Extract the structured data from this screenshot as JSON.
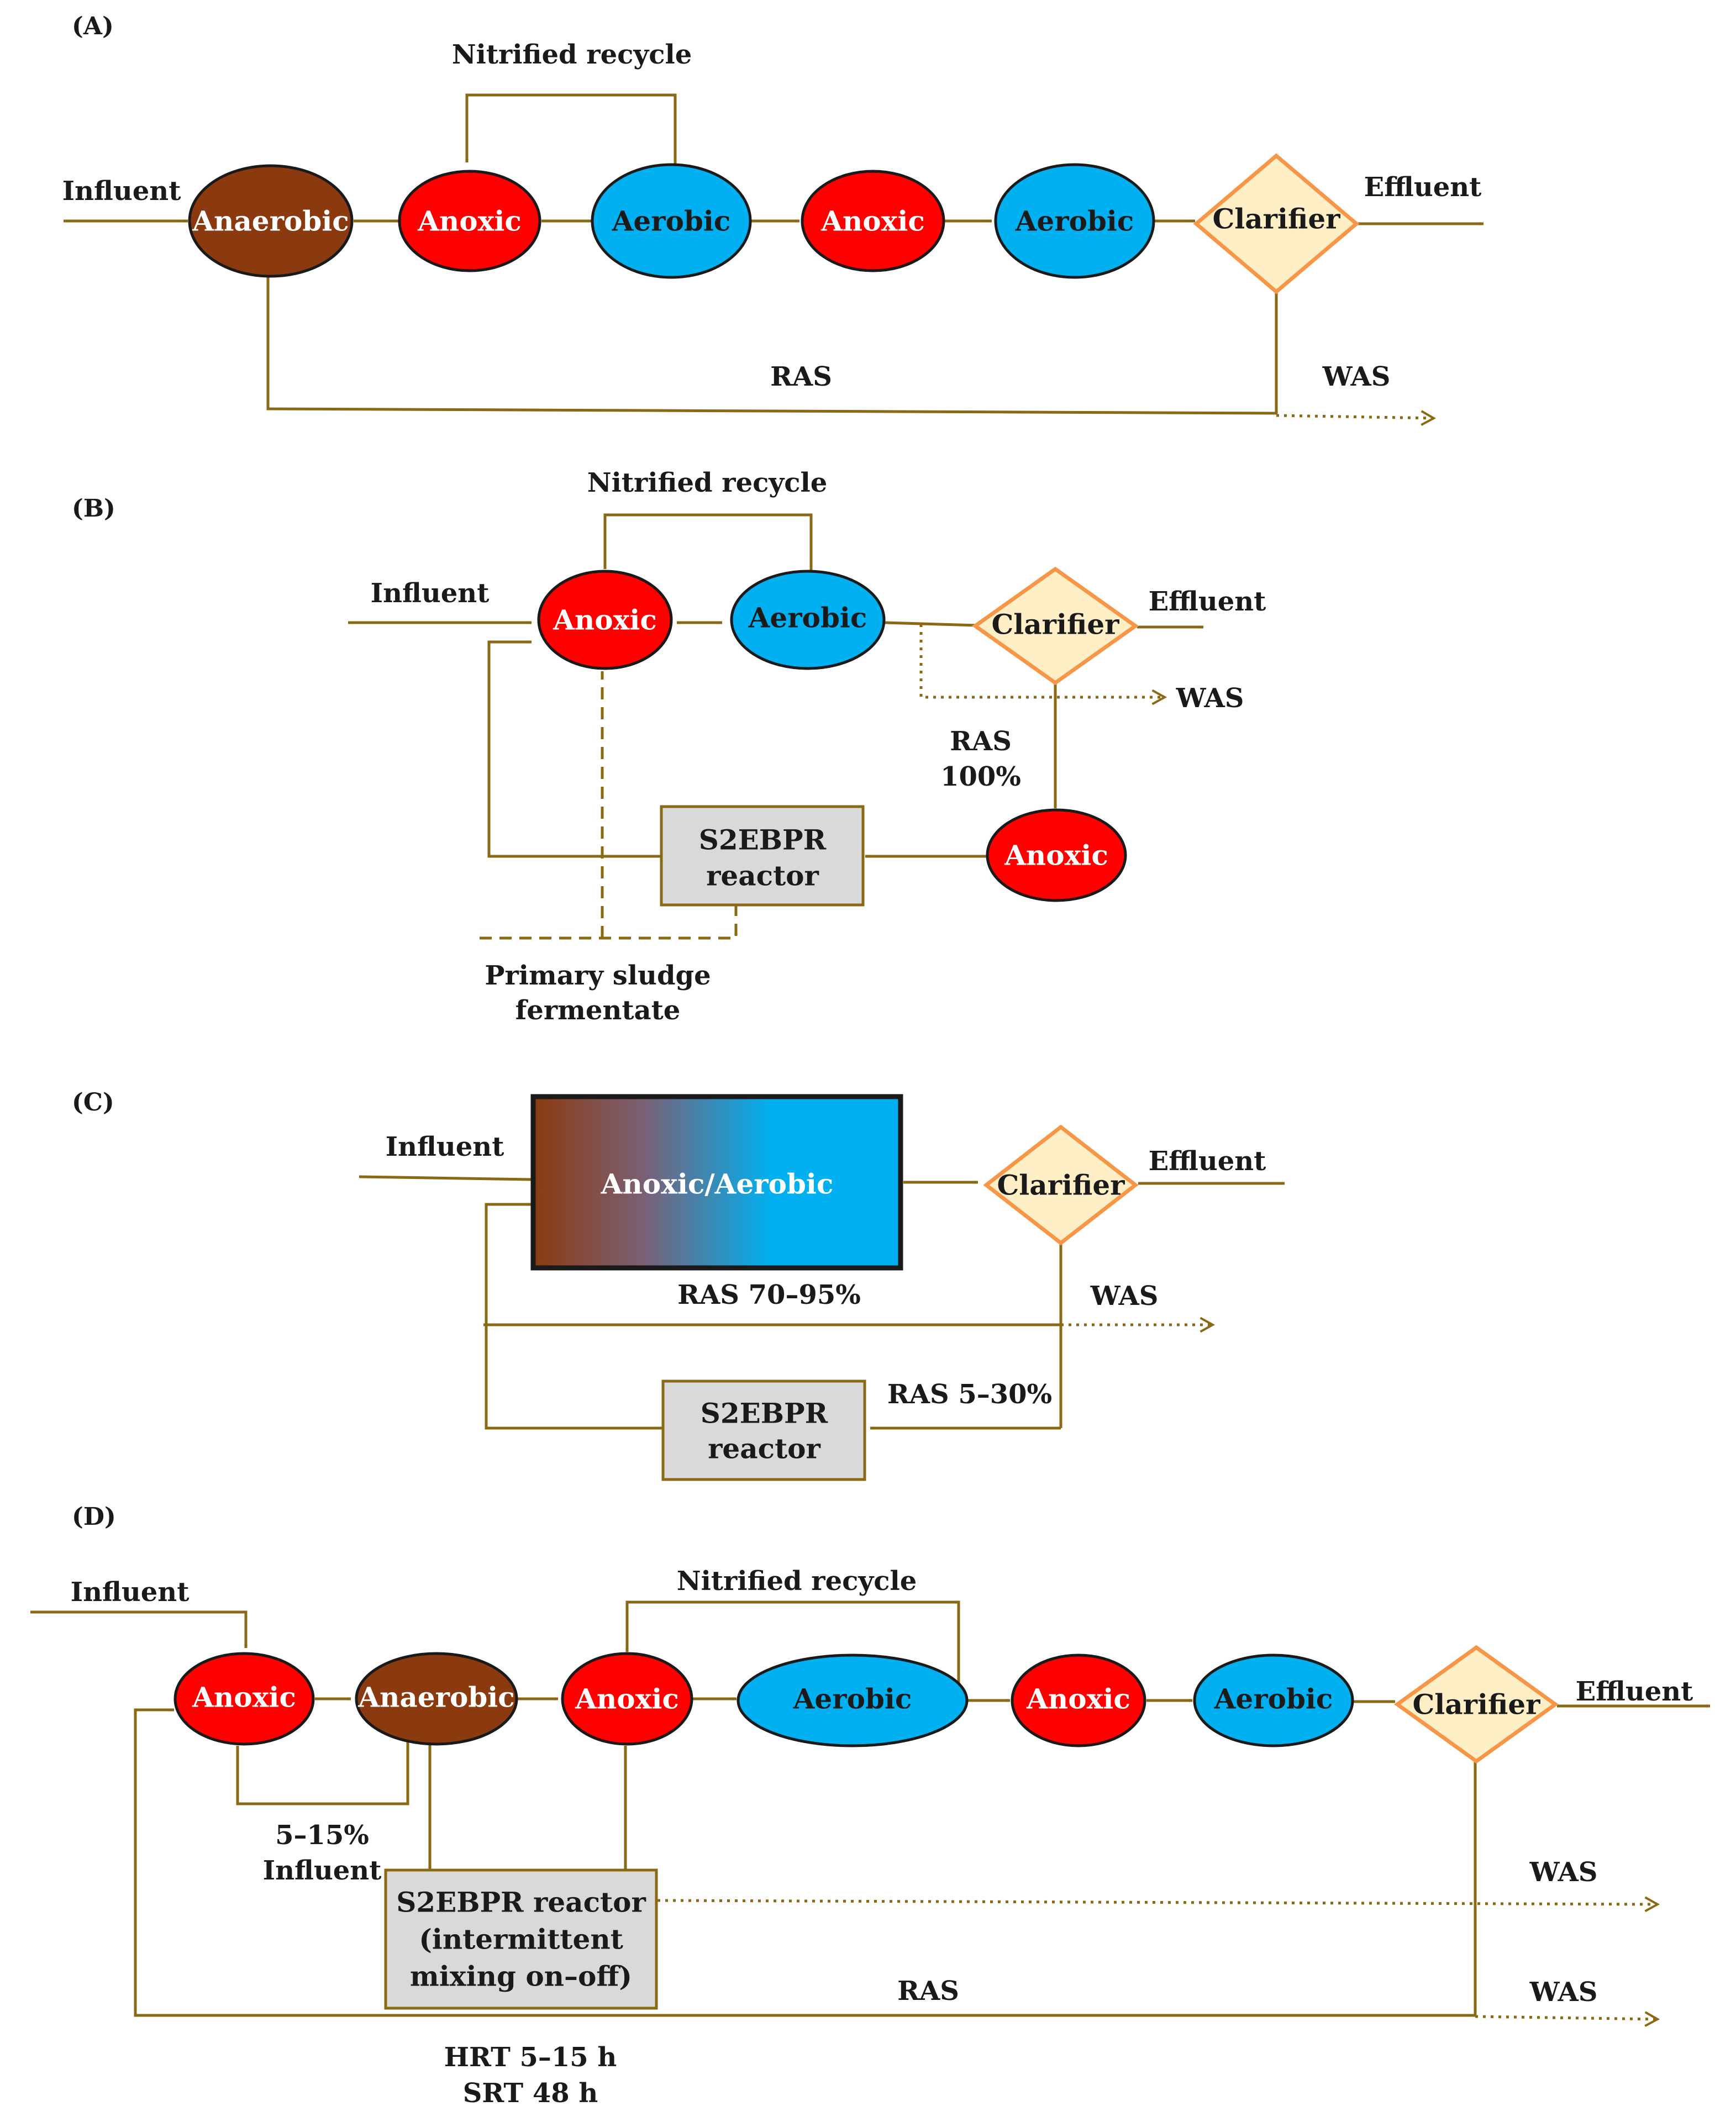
{
  "colors": {
    "anaerobic": "#8B3A0F",
    "anoxic": "#FF0000",
    "aerobic": "#00B0F0",
    "clarifier_fill": "#FFEFC6",
    "clarifier_stroke": "#F79646",
    "reactor_fill": "#D9D9D9",
    "arrow": "#8B6914"
  },
  "panels": {
    "a": {
      "id": "(A)",
      "influent": "Influent",
      "effluent": "Effluent",
      "recycle": "Nitrified recycle",
      "ras": "RAS",
      "was": "WAS",
      "nodes": [
        "Anaerobic",
        "Anoxic",
        "Aerobic",
        "Anoxic",
        "Aerobic",
        "Clarifier"
      ]
    },
    "b": {
      "id": "(B)",
      "influent": "Influent",
      "effluent": "Effluent",
      "recycle": "Nitrified recycle",
      "was": "WAS",
      "ras": "RAS",
      "ras_pct": "100%",
      "anoxic": "Anoxic",
      "aerobic": "Aerobic",
      "clarifier": "Clarifier",
      "anoxic2": "Anoxic",
      "reactor_l1": "S2EBPR",
      "reactor_l2": "reactor",
      "sludge_l1": "Primary sludge",
      "sludge_l2": "fermentate"
    },
    "c": {
      "id": "(C)",
      "influent": "Influent",
      "effluent": "Effluent",
      "reactor": "Anoxic/Aerobic",
      "clarifier": "Clarifier",
      "ras1": "RAS 70–95%",
      "was": "WAS",
      "ras2": "RAS 5–30%",
      "s2_l1": "S2EBPR",
      "s2_l2": "reactor"
    },
    "d": {
      "id": "(D)",
      "influent": "Influent",
      "effluent": "Effluent",
      "recycle": "Nitrified recycle",
      "nodes": [
        "Anoxic",
        "Anaerobic",
        "Anoxic",
        "Aerobic",
        "Anoxic",
        "Aerobic",
        "Clarifier"
      ],
      "split_l1": "5–15%",
      "split_l2": "Influent",
      "reactor_l1": "S2EBPR reactor",
      "reactor_l2": "(intermittent",
      "reactor_l3": "mixing on–off)",
      "was1": "WAS",
      "ras": "RAS",
      "was2": "WAS",
      "hrt": "HRT 5–15 h",
      "srt": "SRT 48 h"
    }
  }
}
